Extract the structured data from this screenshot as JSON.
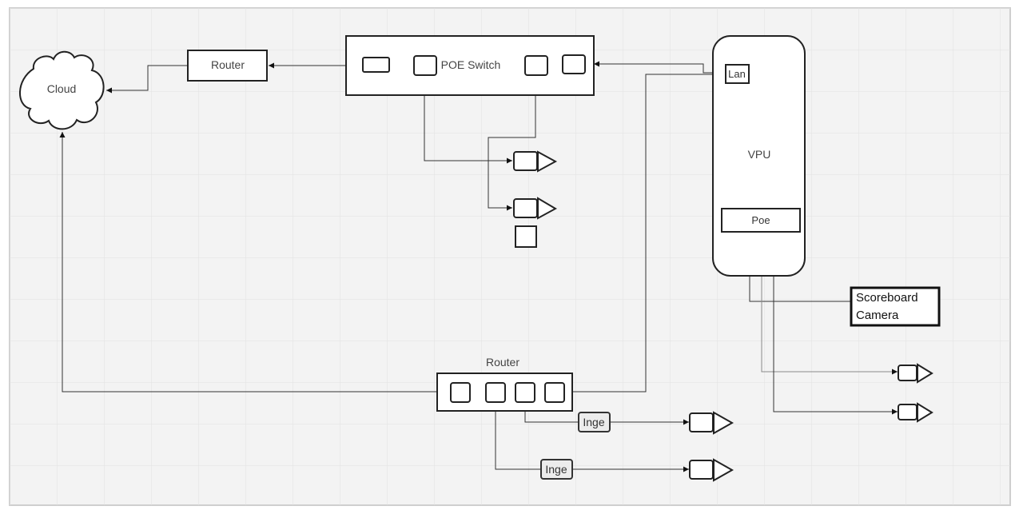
{
  "diagram": {
    "cloud_label": "Cloud",
    "router_top_label": "Router",
    "poe_switch_label": "POE Switch",
    "vpu_label": "VPU",
    "lan_label": "Lan",
    "poe_label": "Poe",
    "scoreboard_camera_line1": "Scoreboard",
    "scoreboard_camera_line2": "Camera",
    "router_bottom_label": "Router",
    "inge_label_1": "Inge",
    "inge_label_2": "Inge"
  },
  "colors": {
    "canvas_background": "#f3f3f3",
    "grid_line": "#e1e1e1",
    "stroke": "#333333",
    "text": "#444444"
  }
}
